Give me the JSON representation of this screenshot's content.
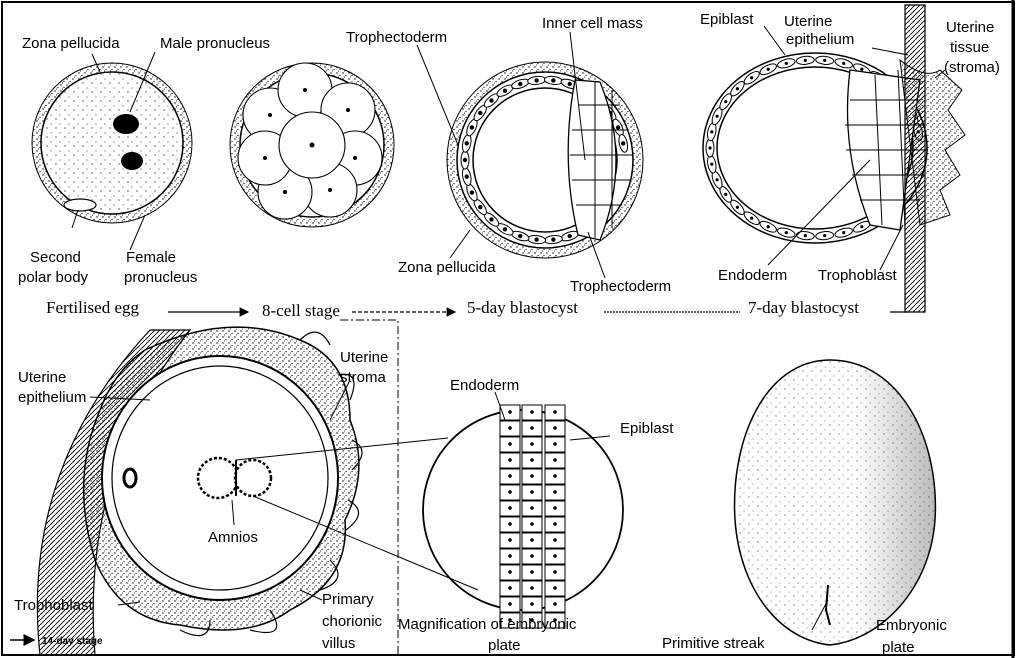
{
  "labels": {
    "zona_pellucida_1": "Zona pellucida",
    "male_pronucleus": "Male pronucleus",
    "second_polar_body_1": "Second",
    "second_polar_body_2": "polar body",
    "female_pronucleus_1": "Female",
    "female_pronucleus_2": "pronucleus",
    "trophectoderm_top": "Trophectoderm",
    "inner_cell_mass": "Inner cell mass",
    "zona_pellucida_2": "Zona pellucida",
    "trophectoderm_bottom": "Trophectoderm",
    "epiblast_top": "Epiblast",
    "uterine_epithelium_top_1": "Uterine",
    "uterine_epithelium_top_2": "epithelium",
    "uterine_tissue_1": "Uterine",
    "uterine_tissue_2": "tissue",
    "uterine_tissue_3": "(stroma)",
    "endoderm_top": "Endoderm",
    "trophoblast_top": "Trophoblast",
    "uterine_epithelium_bottom_1": "Uterine",
    "uterine_epithelium_bottom_2": "epithelium",
    "uterine_stroma_1": "Uterine",
    "uterine_stroma_2": "stroma",
    "endoderm_bottom": "Endoderm",
    "epiblast_bottom": "Epiblast",
    "amnios": "Amnios",
    "trophoblast_bottom": "Trophoblast",
    "primary_chorionic_villus_1": "Primary",
    "primary_chorionic_villus_2": "chorionic",
    "primary_chorionic_villus_3": "villus",
    "magnification_1": "Magnification of embryonic",
    "magnification_2": "plate",
    "primitive_streak": "Primitive streak",
    "embryonic_plate_1": "Embryonic",
    "embryonic_plate_2": "plate"
  },
  "stages": {
    "fertilised_egg": "Fertilised egg",
    "eight_cell": "8-cell stage",
    "five_day": "5-day blastocyst",
    "seven_day": "7-day blastocyst",
    "fourteen_day": "14-day stage"
  }
}
